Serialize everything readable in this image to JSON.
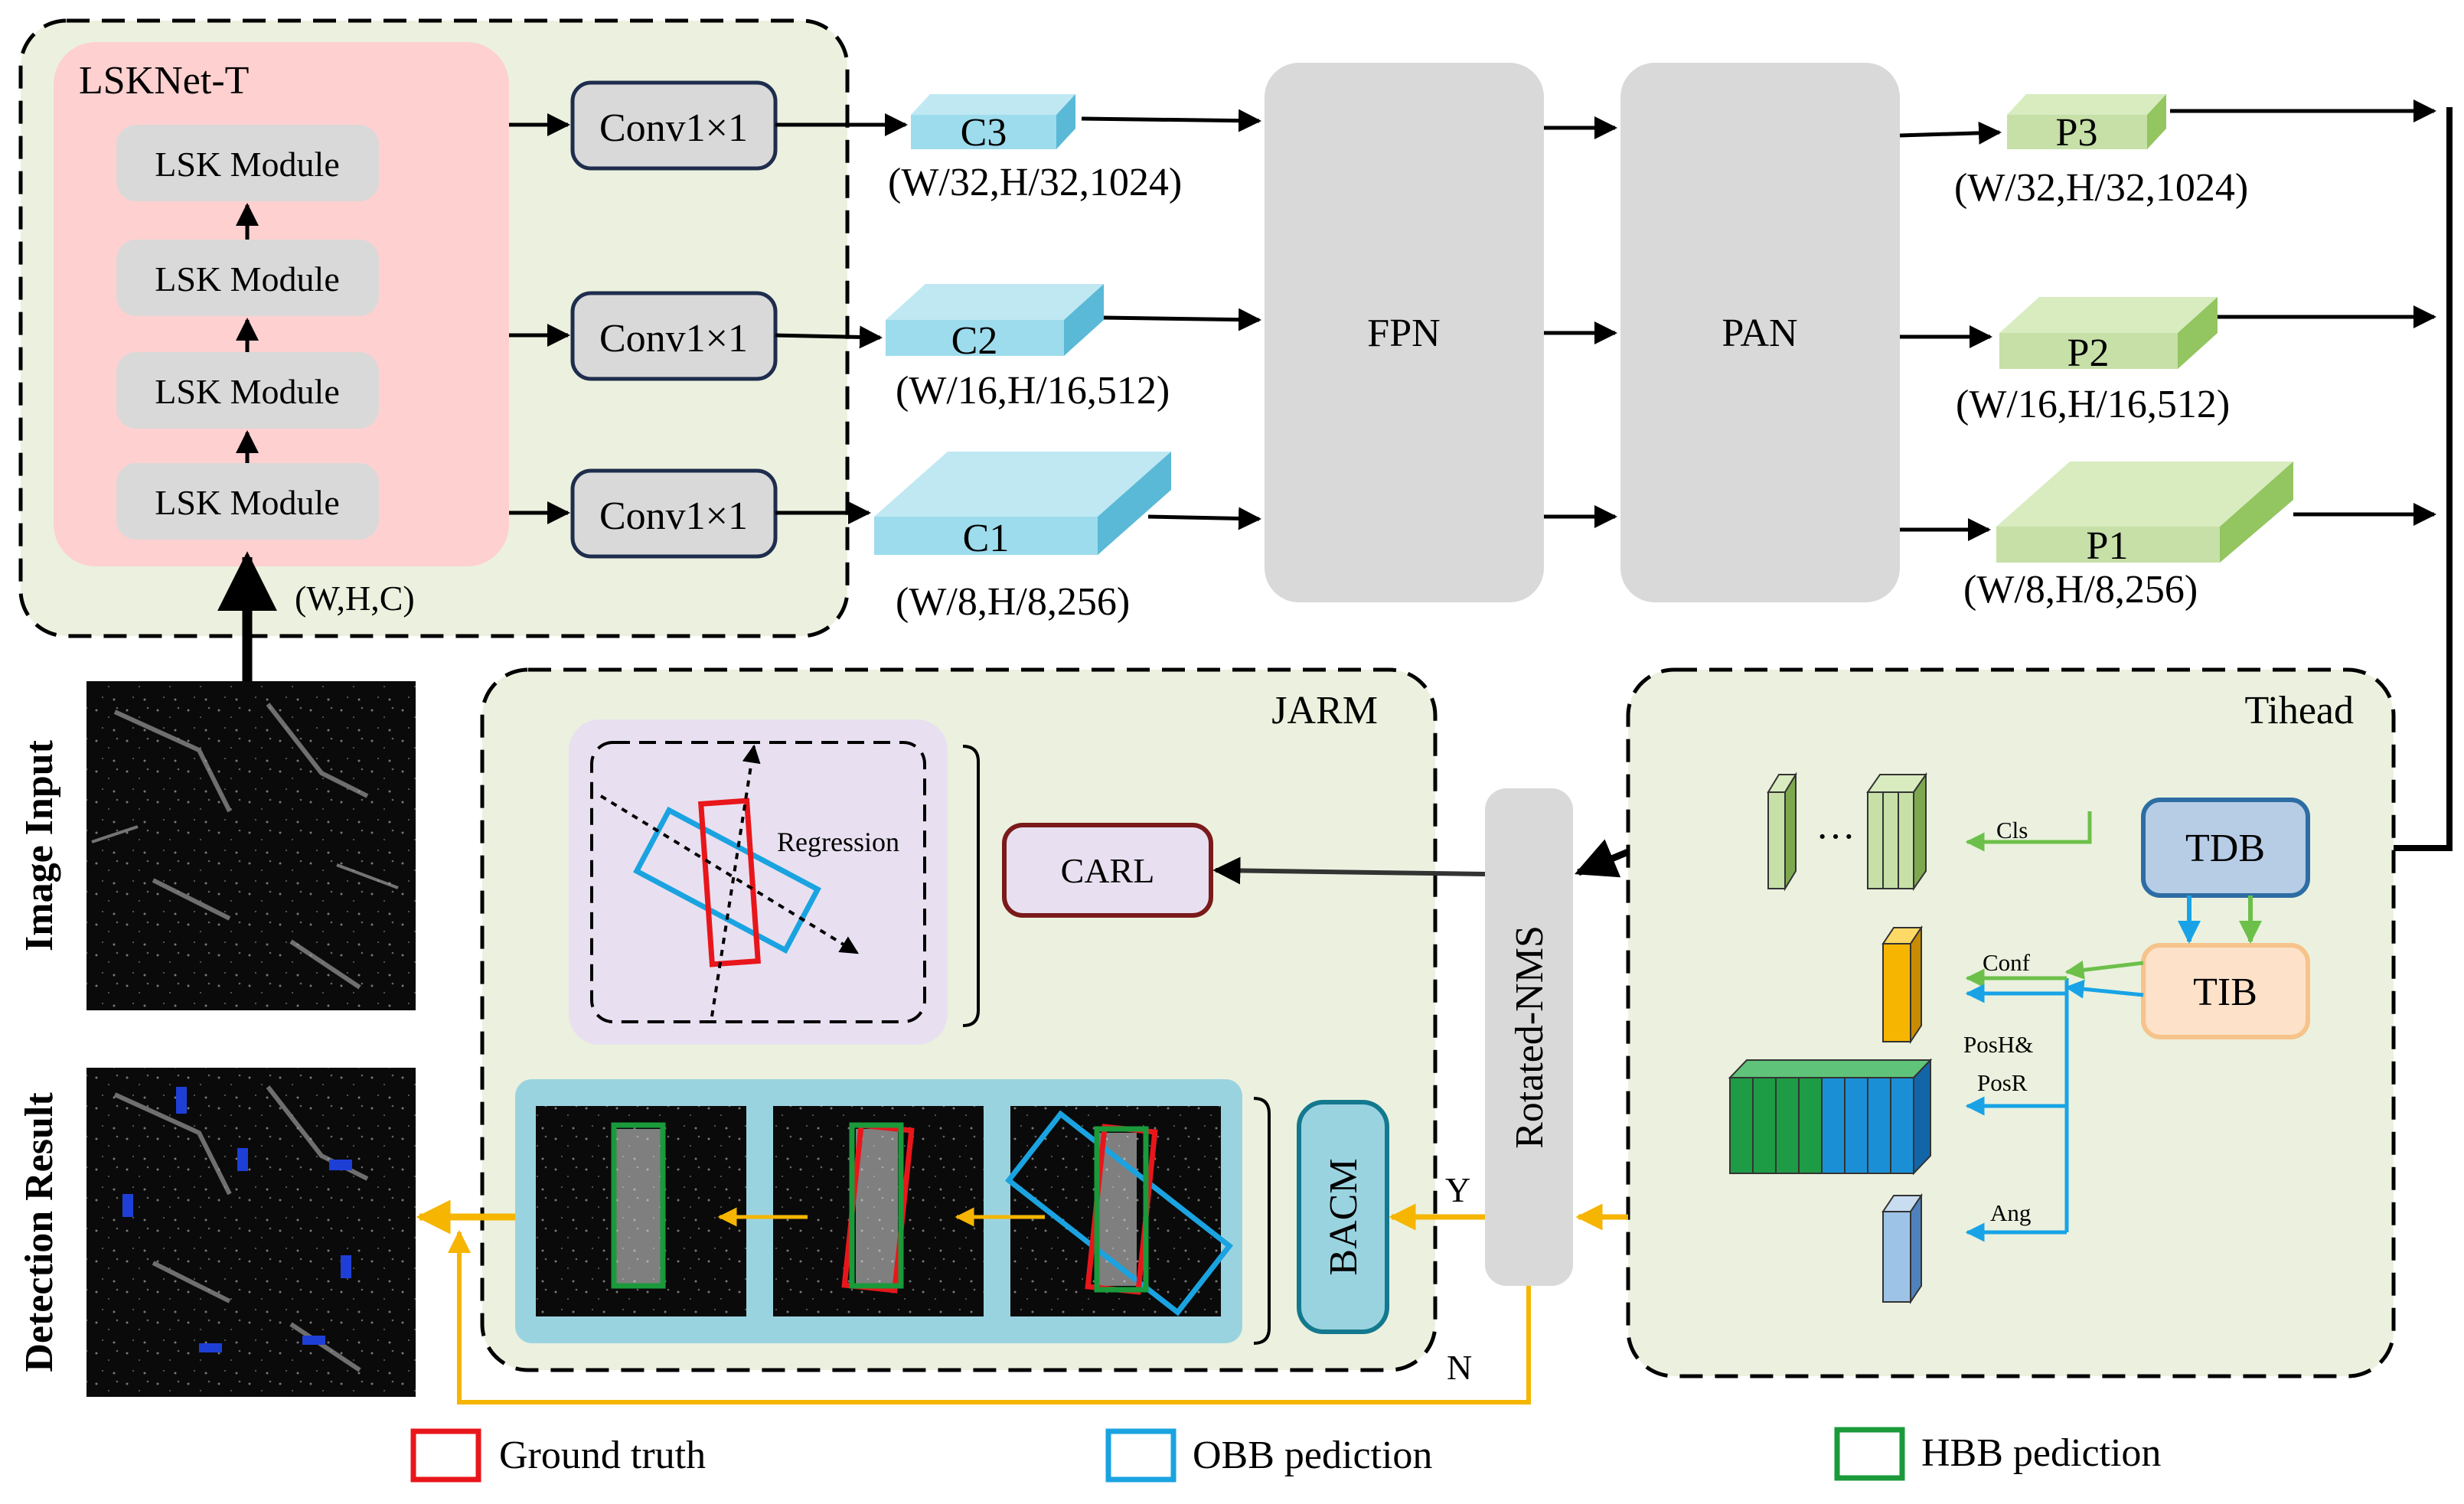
{
  "backbone": {
    "title": "LSKNet-T",
    "modules": [
      "LSK Module",
      "LSK Module",
      "LSK Module",
      "LSK Module"
    ],
    "input_dims": "(W,H,C)",
    "conv_labels": [
      "Conv1×1",
      "Conv1×1",
      "Conv1×1"
    ]
  },
  "features_c": [
    {
      "name": "C3",
      "dims": "(W/32,H/32,1024)"
    },
    {
      "name": "C2",
      "dims": "(W/16,H/16,512)"
    },
    {
      "name": "C1",
      "dims": "(W/8,H/8,256)"
    }
  ],
  "neck": {
    "fpn": "FPN",
    "pan": "PAN"
  },
  "features_p": [
    {
      "name": "P3",
      "dims": "(W/32,H/32,1024)"
    },
    {
      "name": "P2",
      "dims": "(W/16,H/16,512)"
    },
    {
      "name": "P1",
      "dims": "(W/8,H/8,256)"
    }
  ],
  "jarm": {
    "title": "JARM",
    "regression_label": "Regression",
    "carl": "CARL",
    "bacm": "BACM",
    "yes_label": "Y",
    "no_label": "N"
  },
  "nms": "Rotated-NMS",
  "tihead": {
    "title": "Tihead",
    "tdb": "TDB",
    "tib": "TIB",
    "ellipsis": "···",
    "outputs": [
      "Cls",
      "Conf",
      "PosH&",
      "PosR",
      "Ang"
    ]
  },
  "side_labels": {
    "image_input": "Image Input",
    "detection_result": "Detection Result"
  },
  "legend": [
    {
      "label": "Ground truth",
      "color": "#e8161b"
    },
    {
      "label": "OBB pediction",
      "color": "#1aa3e0"
    },
    {
      "label": "HBB pediction",
      "color": "#1a9a3a"
    }
  ],
  "colors": {
    "arrow_yellow": "#f5b500",
    "arrow_green": "#6cc04a",
    "arrow_blue": "#19a3e6",
    "panel_green": "#ebf1de",
    "backbone_pink": "#ffd0d0",
    "neck_gray": "#d9d9d9"
  }
}
